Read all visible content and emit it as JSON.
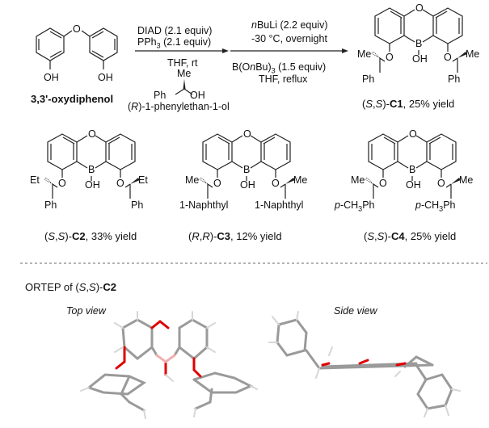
{
  "starting_material": {
    "name": "3,3'-oxydiphenol",
    "atoms": {
      "bridge_O": "O",
      "oh_left": "OH",
      "oh_right": "OH"
    }
  },
  "step1": {
    "reagent_1": "DIAD (2.1 equiv)",
    "reagent_2_prefix": "PPh",
    "reagent_2_sub": "3",
    "reagent_2_suffix": " (2.1 equiv)",
    "conditions": "THF, rt",
    "alcohol": {
      "me": "Me",
      "ph": "Ph",
      "oh": "OH",
      "config": "R",
      "name_suffix": "-1-phenylethan-1-ol"
    }
  },
  "step2": {
    "reagent_1_italic": "n",
    "reagent_1_rest": "BuLi (2.2 equiv)",
    "temp": "-30 °C, overnight",
    "reagent_2_a": "B(O",
    "reagent_2_it": "n",
    "reagent_2_b": "Bu)",
    "reagent_2_sub": "3",
    "reagent_2_c": " (1.5 equiv)",
    "conditions": "THF, reflux"
  },
  "products": [
    {
      "id": "C1",
      "config_a": "S",
      "config_b": "S",
      "yield": ", 25% yield",
      "left_alkyl": "Me",
      "right_alkyl": "Me",
      "left_aryl": "Ph",
      "right_aryl": "Ph"
    },
    {
      "id": "C2",
      "config_a": "S",
      "config_b": "S",
      "yield": ", 33% yield",
      "left_alkyl": "Et",
      "right_alkyl": "Et",
      "left_aryl": "Ph",
      "right_aryl": "Ph"
    },
    {
      "id": "C3",
      "config_a": "R",
      "config_b": "R",
      "yield": ", 12% yield",
      "left_alkyl": "Me",
      "right_alkyl": "Me",
      "left_aryl": "1-Naphthyl",
      "right_aryl": "1-Naphthyl"
    },
    {
      "id": "C4",
      "config_a": "S",
      "config_b": "S",
      "yield": ", 25% yield",
      "left_alkyl": "Me",
      "right_alkyl": "Me",
      "left_aryl_it": "p",
      "left_aryl": "-CH",
      "left_aryl_sub": "3",
      "left_aryl_end": "Ph",
      "right_aryl_it": "p",
      "right_aryl": "-CH",
      "right_aryl_sub": "3",
      "right_aryl_end": "Ph"
    }
  ],
  "core_atoms": {
    "o": "O",
    "b": "B",
    "oh": "OH",
    "ether_o": "O"
  },
  "ortep": {
    "title_prefix": "ORTEP of (",
    "config_a": "S",
    "config_b": "S",
    "title_mid": ")-",
    "compound": "C2",
    "top_view": "Top view",
    "side_view": "Side view"
  },
  "colors": {
    "bond": "#222222",
    "oxygen": "#e00000",
    "boron": "#f0b0b0",
    "carbon_stick": "#9a9a9a",
    "hydrogen": "#e8e8e8",
    "divider": "#888888"
  }
}
